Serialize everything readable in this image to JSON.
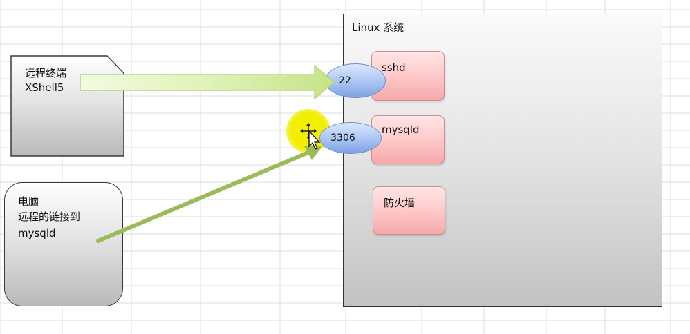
{
  "diagram": {
    "remote_terminal": {
      "line1": "远程终端",
      "line2": "XShell5"
    },
    "computer": {
      "line1": "电脑",
      "line2": "远程的链接到",
      "line3": "mysqld"
    },
    "linux_system": {
      "title": "Linux 系统",
      "services": [
        {
          "label": "sshd"
        },
        {
          "label": "mysqld"
        },
        {
          "label": "防火墙"
        }
      ],
      "ports": [
        {
          "label": "22"
        },
        {
          "label": "3306"
        }
      ]
    },
    "colors": {
      "arrow_green_light": "#e3f4c4",
      "arrow_green_dark": "#9bbb59",
      "highlight_yellow": "#f2ee00",
      "port_blue": "#a9c4f3",
      "service_red": "#ffc9c9"
    }
  }
}
